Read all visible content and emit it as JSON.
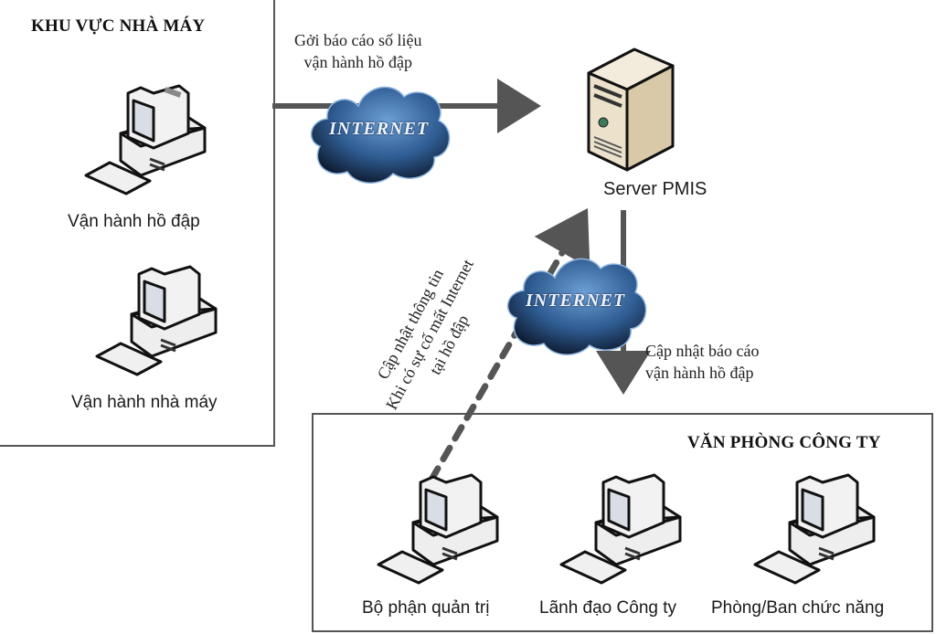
{
  "diagram": {
    "factory_zone": {
      "title": "KHU VỰC NHÀ MÁY",
      "nodes": [
        {
          "label": "Vận hành hồ đập",
          "icon": "desktop-computer-icon"
        },
        {
          "label": "Vận hành nhà máy",
          "icon": "desktop-computer-icon"
        }
      ]
    },
    "server": {
      "label": "Server PMIS",
      "icon": "server-tower-icon"
    },
    "office_zone": {
      "title": "VĂN PHÒNG CÔNG TY",
      "nodes": [
        {
          "label": "Bộ phận quản trị",
          "icon": "desktop-computer-icon"
        },
        {
          "label": "Lãnh đạo Công ty",
          "icon": "desktop-computer-icon"
        },
        {
          "label": "Phòng/Ban chức năng",
          "icon": "desktop-computer-icon"
        }
      ]
    },
    "clouds": [
      {
        "label": "INTERNET",
        "icon": "cloud-icon"
      },
      {
        "label": "INTERNET",
        "icon": "cloud-icon"
      }
    ],
    "edges": [
      {
        "from": "factory_zone",
        "to": "server",
        "style": "solid",
        "label_lines": [
          "Gởi báo cáo số liệu",
          "vận hành hồ đập"
        ]
      },
      {
        "from": "server",
        "to": "office_zone",
        "style": "solid",
        "label_lines": [
          "Cập nhật báo cáo",
          "vận hành hồ đập"
        ]
      },
      {
        "from": "office_zone.Bộ phận quản trị",
        "to": "server",
        "style": "dashed",
        "label_lines": [
          "Cập nhật thông tin",
          "Khi có sự cố mất Internet",
          "tại hồ đập"
        ]
      }
    ],
    "colors": {
      "arrow": "#555555",
      "cloud_dark": "#0e1c33",
      "cloud_light": "#4f86c0",
      "server_body": "#e8dcc4"
    }
  }
}
